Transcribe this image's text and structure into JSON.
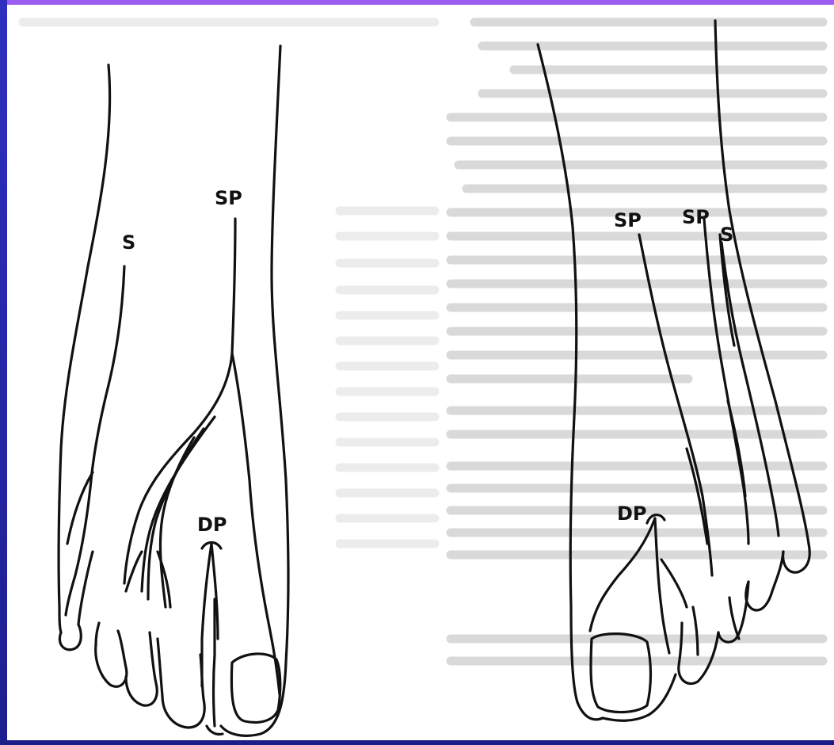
{
  "labels": {
    "left_s": "S",
    "left_sp": "SP",
    "left_dp": "DP",
    "right_sp_a": "SP",
    "right_sp_b": "SP",
    "right_s": "S",
    "right_dp": "DP"
  },
  "colors": {
    "background_frame": "#7d3fc9",
    "border_blue": "#1d1f8f",
    "paper": "#ffffff",
    "ink": "#111111"
  }
}
